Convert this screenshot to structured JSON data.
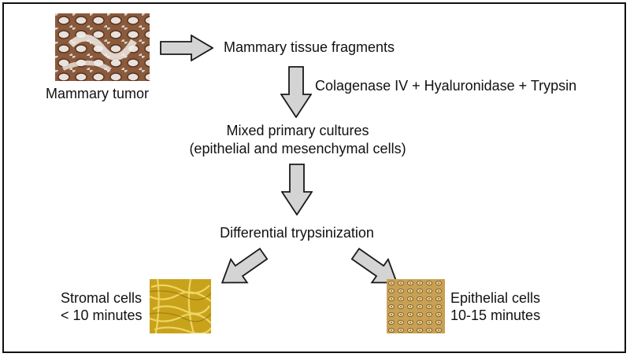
{
  "labels": {
    "mammary_tumor": "Mammary tumor",
    "tissue_fragments": "Mammary tissue fragments",
    "enzymes": "Colagenase IV + Hyaluronidase + Trypsin",
    "mixed_cultures_line1": "Mixed primary cultures",
    "mixed_cultures_line2": "(epithelial and mesenchymal cells)",
    "differential": "Differential trypsinization",
    "stromal_line1": "Stromal cells",
    "stromal_line2": "< 10 minutes",
    "epithelial_line1": "Epithelial cells",
    "epithelial_line2": "10-15 minutes"
  },
  "icons": {
    "arrow": "block-arrow-icon",
    "tumor_image": "histology-image",
    "stromal_image": "stromal-culture-image",
    "epithelial_image": "epithelial-culture-image"
  },
  "colors": {
    "arrow_fill": "#d4d4d4",
    "arrow_stroke": "#1a1a1a",
    "border": "#111111"
  }
}
